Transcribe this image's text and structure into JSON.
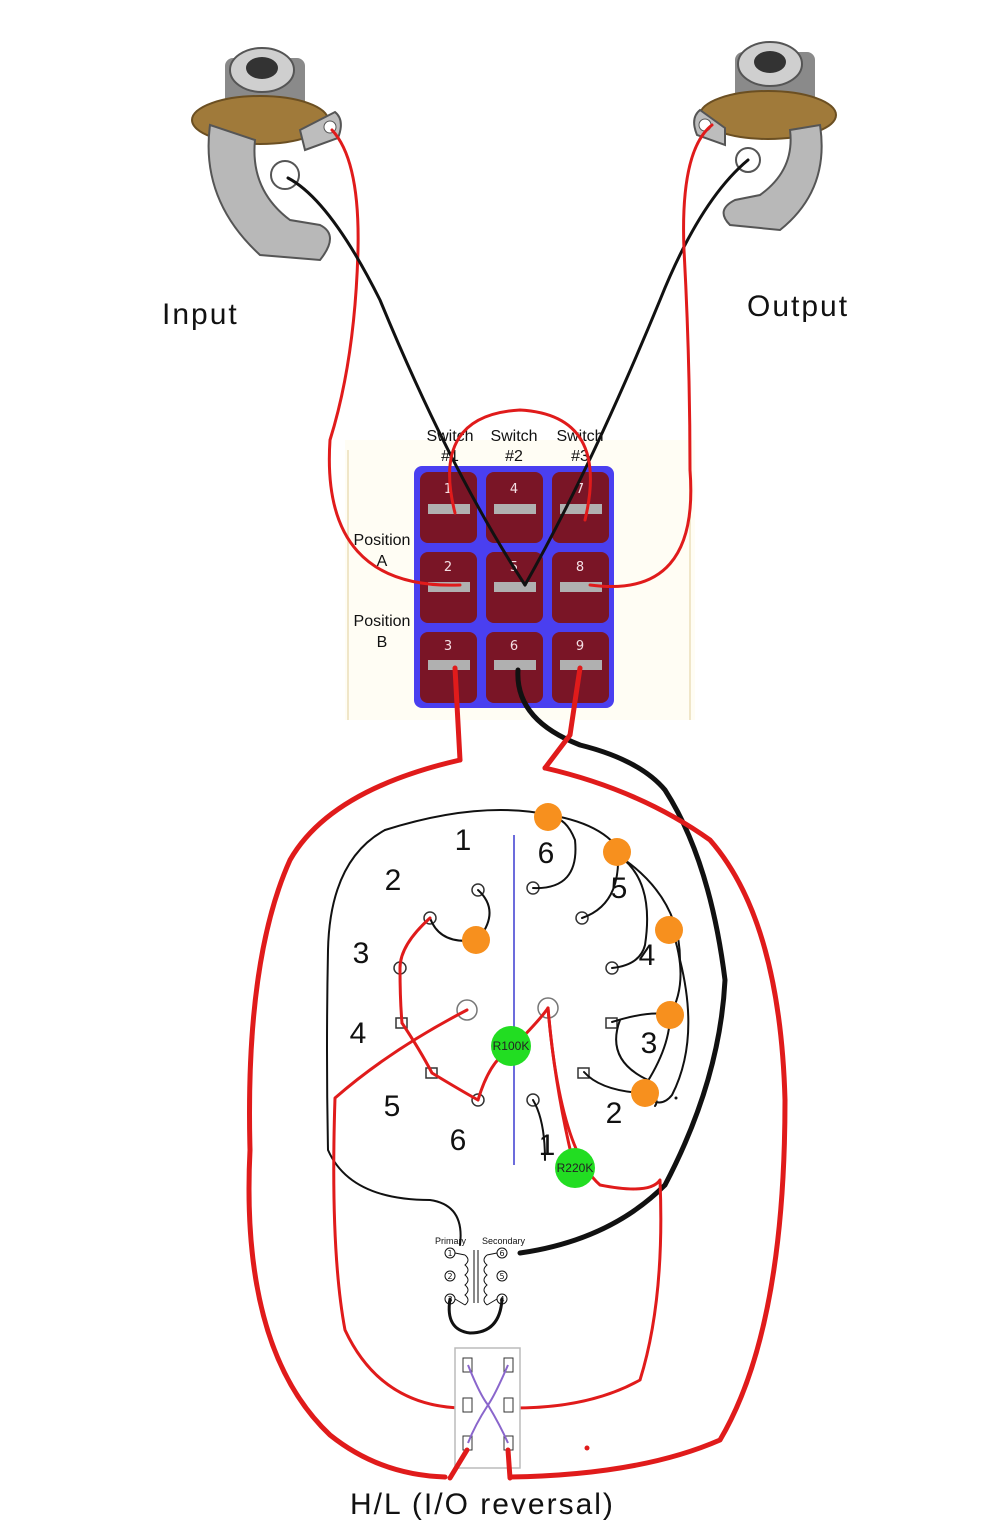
{
  "labels": {
    "input": "Input",
    "output": "Output",
    "footer": "H/L (I/O reversal)"
  },
  "switch_block": {
    "headers": [
      {
        "line1": "Switch",
        "line2": "#1"
      },
      {
        "line1": "Switch",
        "line2": "#2"
      },
      {
        "line1": "Switch",
        "line2": "#3"
      }
    ],
    "positions": [
      {
        "line1": "Position",
        "line2": "A"
      },
      {
        "line1": "Position",
        "line2": "B"
      }
    ],
    "lugs": [
      "1",
      "2",
      "3",
      "4",
      "5",
      "6",
      "7",
      "8",
      "9"
    ],
    "colors": {
      "plate": "#4a3ff0",
      "lug": "#7a1526",
      "bar": "#b0b0b0"
    }
  },
  "rotary": {
    "left_numbers": [
      "1",
      "2",
      "3",
      "4",
      "5",
      "6"
    ],
    "right_numbers": [
      "6",
      "5",
      "4",
      "3",
      "2",
      "1"
    ]
  },
  "resistors": [
    {
      "label": "R100K",
      "color": "#22dd22"
    },
    {
      "label": "R220K",
      "color": "#22dd22"
    }
  ],
  "transformer": {
    "primary": "Primary",
    "secondary": "Secondary",
    "primary_pins": [
      "1",
      "2",
      "3"
    ],
    "secondary_pins": [
      "6",
      "5",
      "4"
    ]
  },
  "colors": {
    "wire_red": "#e01b1b",
    "wire_black": "#111111",
    "node_orange": "#f7901e"
  }
}
